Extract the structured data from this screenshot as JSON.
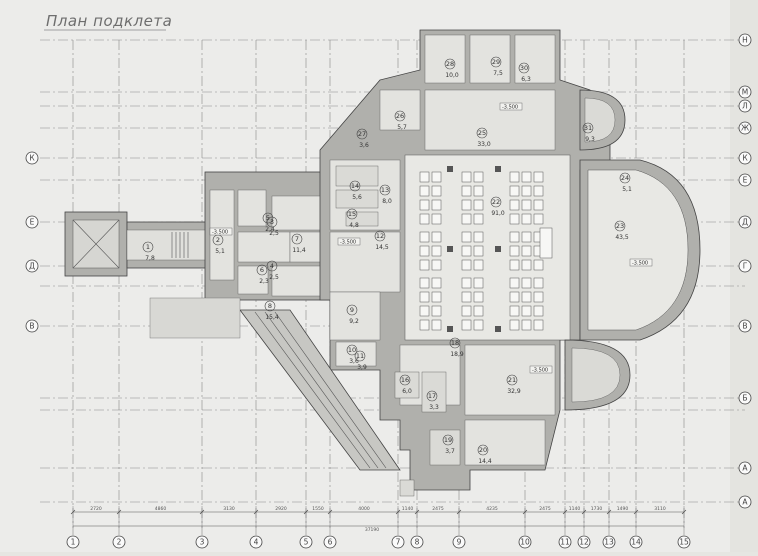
{
  "title": "План подклета",
  "axes": {
    "bottom": [
      "1",
      "2",
      "3",
      "4",
      "5",
      "6",
      "7",
      "8",
      "9",
      "10",
      "11",
      "12",
      "13",
      "14",
      "15"
    ],
    "left": [
      "К",
      "Е",
      "Д",
      "В"
    ],
    "right": [
      "Н",
      "М",
      "Л",
      "Ж",
      "К",
      "Е",
      "Д",
      "Г",
      "В",
      "Б",
      "А",
      "А"
    ]
  },
  "dimensions_bottom": [
    "2720",
    "4860",
    "3130",
    "2920",
    "1550",
    "4000",
    "1140",
    "2475",
    "4235",
    "2475",
    "1140",
    "1730",
    "1490",
    "3110"
  ],
  "overall_dimension": "37190",
  "levels": [
    "-3.500",
    "-3.500",
    "-3.500",
    "-3.500",
    "-3.500"
  ],
  "rooms": [
    {
      "num": "1",
      "area": "7,8"
    },
    {
      "num": "2",
      "area": "5,1"
    },
    {
      "num": "3",
      "area": "2,5"
    },
    {
      "num": "4",
      "area": "2,5"
    },
    {
      "num": "5",
      "area": "2,4"
    },
    {
      "num": "6",
      "area": "2,3"
    },
    {
      "num": "7",
      "area": "11,4"
    },
    {
      "num": "8",
      "area": "15,4"
    },
    {
      "num": "9",
      "area": "9,2"
    },
    {
      "num": "10",
      "area": "3,6"
    },
    {
      "num": "11",
      "area": "3,9"
    },
    {
      "num": "12",
      "area": "14,5"
    },
    {
      "num": "13",
      "area": "8,0"
    },
    {
      "num": "14",
      "area": "5,6"
    },
    {
      "num": "15",
      "area": "4,8"
    },
    {
      "num": "16",
      "area": "6,0"
    },
    {
      "num": "17",
      "area": "3,3"
    },
    {
      "num": "18",
      "area": "18,9"
    },
    {
      "num": "19",
      "area": "3,7"
    },
    {
      "num": "20",
      "area": "14,4"
    },
    {
      "num": "21",
      "area": "32,9"
    },
    {
      "num": "22",
      "area": "91,0"
    },
    {
      "num": "23",
      "area": "43,5"
    },
    {
      "num": "24",
      "area": "5,1"
    },
    {
      "num": "25",
      "area": "33,0"
    },
    {
      "num": "26",
      "area": "5,7"
    },
    {
      "num": "27",
      "area": "3,6"
    },
    {
      "num": "28",
      "area": "10,0"
    },
    {
      "num": "29",
      "area": "7,5"
    },
    {
      "num": "30",
      "area": "6,3"
    },
    {
      "num": "31",
      "area": "9,3"
    }
  ]
}
